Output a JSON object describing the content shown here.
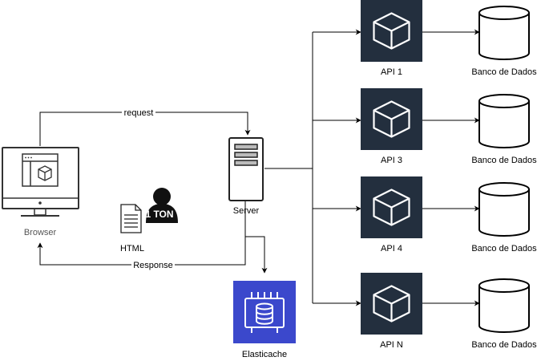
{
  "nodes": {
    "browser": {
      "label": "Browser",
      "icon": "browser-monitor-icon",
      "label_color": "#555555"
    },
    "html": {
      "label": "HTML",
      "icon": "html-document-icon"
    },
    "user": {
      "label": "1 TON",
      "icon": "user-silhouette-icon"
    },
    "server": {
      "label": "Server",
      "icon": "server-tower-icon"
    },
    "elasticache": {
      "label": "Elasticache",
      "icon": "elasticache-chip-icon",
      "color": "#3B48CC"
    },
    "apis": [
      {
        "label": "API 1",
        "icon": "api-cube-icon"
      },
      {
        "label": "API 3",
        "icon": "api-cube-icon"
      },
      {
        "label": "API 4",
        "icon": "api-cube-icon"
      },
      {
        "label": "API N",
        "icon": "api-cube-icon"
      }
    ],
    "databases": [
      {
        "label": "Banco de Dados",
        "icon": "database-cylinder-icon"
      },
      {
        "label": "Banco de Dados",
        "icon": "database-cylinder-icon"
      },
      {
        "label": "Banco de Dados",
        "icon": "database-cylinder-icon"
      },
      {
        "label": "Banco de Dados",
        "icon": "database-cylinder-icon"
      }
    ]
  },
  "edges": {
    "request": "request",
    "response": "Response"
  },
  "colors": {
    "api_tile": "#232F3E",
    "api_fg": "#ffffff",
    "line": "#000000"
  }
}
